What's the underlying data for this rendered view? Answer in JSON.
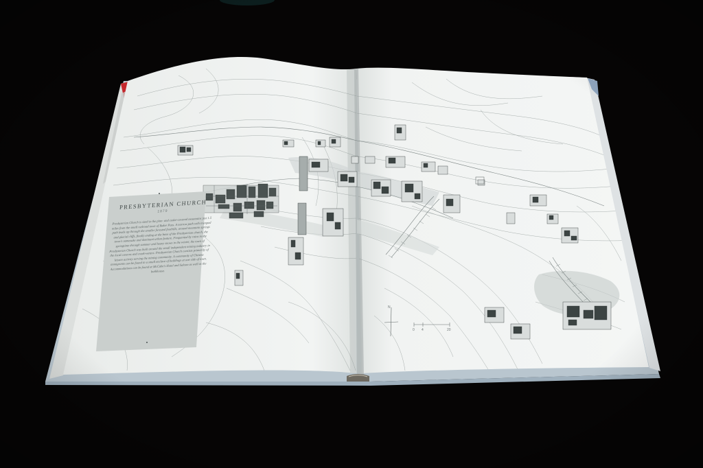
{
  "caption": {
    "title": "PRESBYTERIAN CHURCH",
    "year": "1879",
    "body": "Presbyterian Church is sited in the pine- and cedar-covered mountains just 1.5 miles from the small railroad town of Baker Pass. A narrow path with tramped path leads up through the smaller forested foothills, around mountain springs and glacial cliffs, finally ending at the base of the Presbyterian church, the town's namesake and dominant urban feature. Frequented by rains in the springtime through summer and heavy snows in the winter, the town of Presbyterian Church was built around the small independent mining industry in the local caverns and creek-waters. Presbyterian Church consists primarily of leisure activity serving the mining community. A community of Chinese immigrants can be found in a small enclave of buildings at one side of town. Accommodations can be found at McCabe's Hotel and Saloon as well as the bathhouse."
  },
  "scale": {
    "labels": [
      "0",
      "4",
      "20"
    ]
  },
  "north_label": "N",
  "colors": {
    "background": "#060505",
    "page": "#f0f2f1",
    "ink": "#5a6261",
    "panel": "#c9cecc"
  }
}
